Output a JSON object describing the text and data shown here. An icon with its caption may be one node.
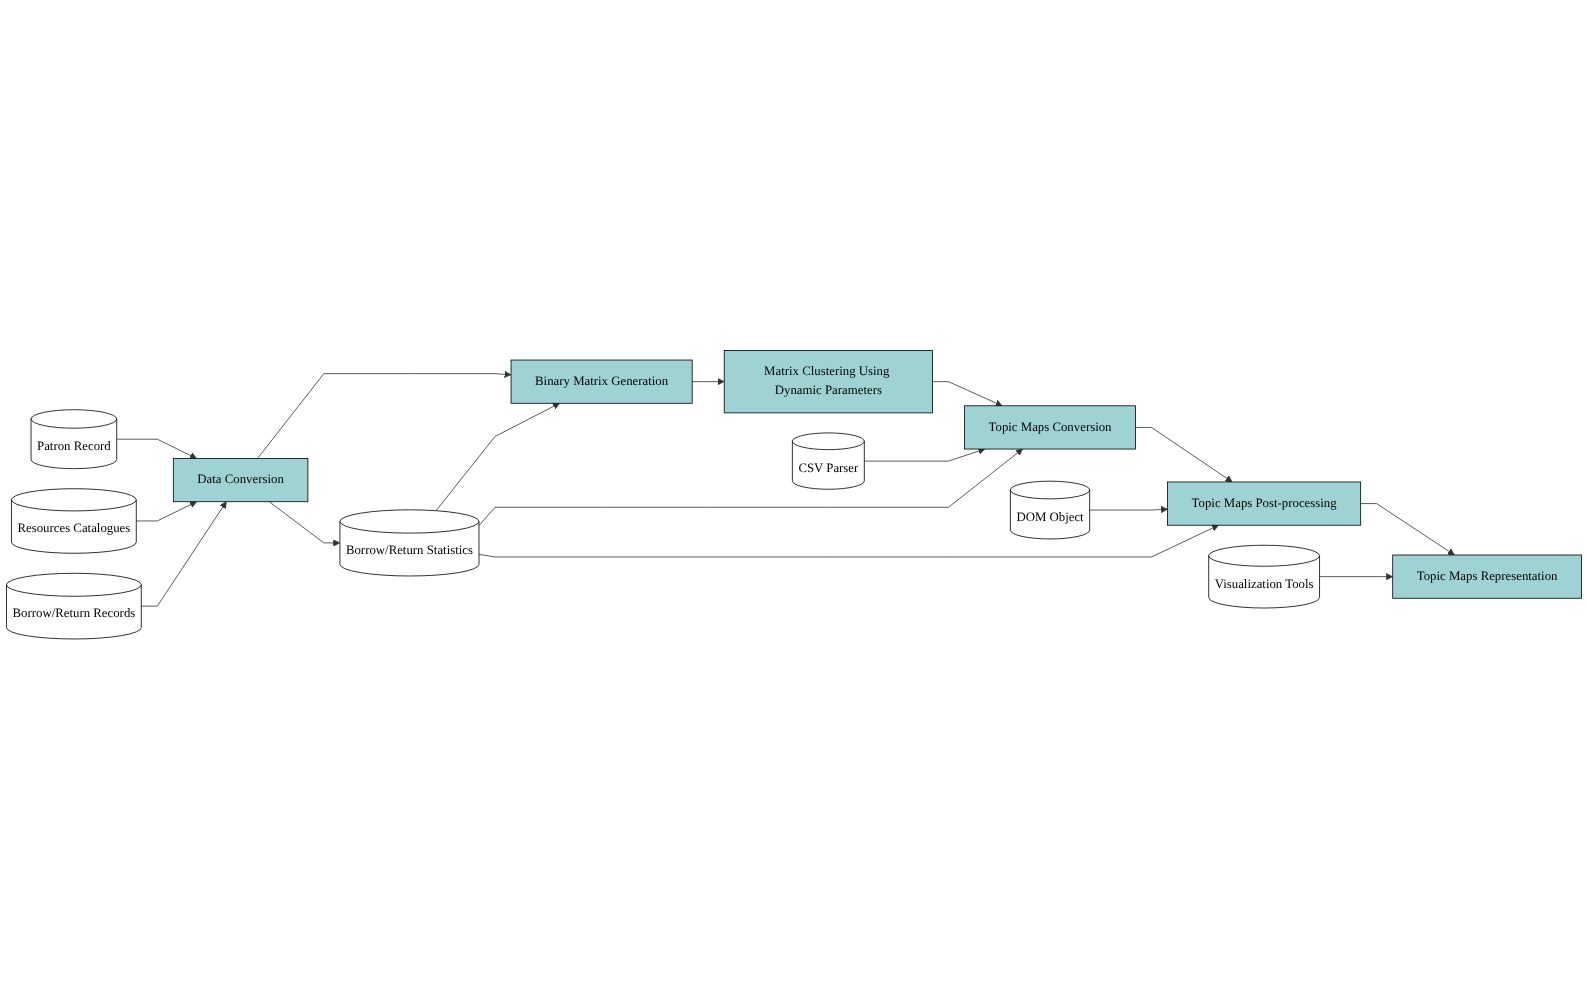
{
  "diagram": {
    "nodes": [
      {
        "text": [
          "Patron Record"
        ]
      },
      {
        "text": [
          "Resources Catalogues"
        ]
      },
      {
        "text": [
          "Borrow/Return Records"
        ]
      },
      {
        "text": [
          "Data Conversion"
        ]
      },
      {
        "text": [
          "Borrow/Return Statistics"
        ]
      },
      {
        "text": [
          "Binary Matrix Generation"
        ]
      },
      {
        "text": [
          "Matrix Clustering Using Dynamic Parameters"
        ]
      },
      {
        "text": [
          "CSV Parser"
        ]
      },
      {
        "text": [
          "Topic Maps Conversion"
        ]
      },
      {
        "text": [
          "DOM Object"
        ]
      },
      {
        "text": [
          "Topic Maps Post-processing"
        ]
      },
      {
        "text": [
          "Visualization Tools"
        ]
      },
      {
        "text": [
          "Topic Maps Representation"
        ]
      }
    ],
    "edges": [
      {
        "from": 0,
        "to": 3,
        "arrow": "to"
      },
      {
        "from": 1,
        "to": 3,
        "arrow": "to"
      },
      {
        "from": 2,
        "to": 3,
        "arrow": "to"
      },
      {
        "from": 3,
        "to": 4,
        "arrow": "to"
      },
      {
        "from": 3,
        "to": 5,
        "arrow": "to"
      },
      {
        "from": 4,
        "to": 5,
        "arrow": "to"
      },
      {
        "from": 5,
        "to": 6,
        "arrow": "to"
      },
      {
        "from": 6,
        "to": 8,
        "arrow": "to"
      },
      {
        "from": 7,
        "to": 8,
        "arrow": "to"
      },
      {
        "from": 4,
        "to": 8,
        "arrow": "to"
      },
      {
        "from": 8,
        "to": 10,
        "arrow": "to"
      },
      {
        "from": 9,
        "to": 10,
        "arrow": "to"
      },
      {
        "from": 4,
        "to": 10,
        "arrow": "to"
      },
      {
        "from": 10,
        "to": 12,
        "arrow": "to"
      },
      {
        "from": 11,
        "to": 12,
        "arrow": "to"
      }
    ]
  }
}
